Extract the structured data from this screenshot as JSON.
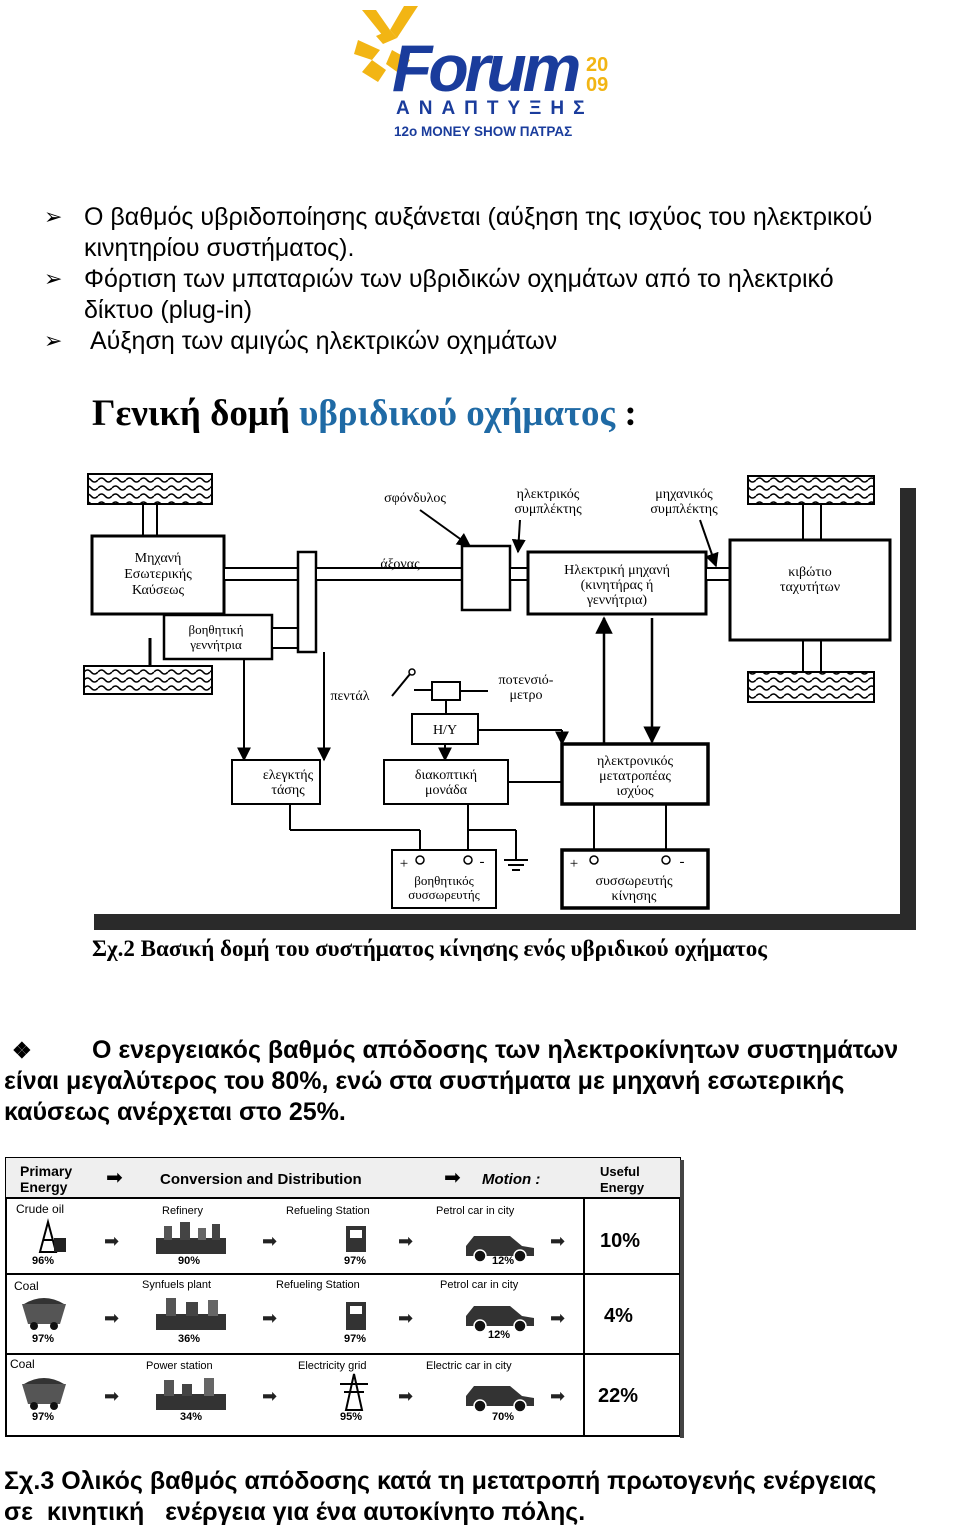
{
  "logo": {
    "brand": "Forum",
    "year_top": "20",
    "year_bottom": "09",
    "subtitle": "ΑΝΑΠΤΥΞΗΣ",
    "tagline": "12ο MONEY SHOW ΠΑΤΡΑΣ"
  },
  "bullets": [
    {
      "line1": "Ο βαθμός υβριδοποίησης αυξάνεται (αύξηση της ισχύος του ηλεκτρικού",
      "line2": "κινητηρίου συστήματος)."
    },
    {
      "line1": "Φόρτιση των μπαταριών των υβριδικών οχημάτων από το ηλεκτρικό",
      "line2": "δίκτυο (plug-in)"
    },
    {
      "line1": "Αύξηση των αμιγώς ηλεκτρικών οχημάτων",
      "line2": ""
    }
  ],
  "heading": {
    "part1": "Γενική δομή ",
    "part2": "υβριδικού οχήματος",
    "part3": " :"
  },
  "diagram": {
    "labels": {
      "flywheel": "σφόνδυλος",
      "electric_clutch_1": "ηλεκτρικός",
      "electric_clutch_2": "συμπλέκτης",
      "mechanical_clutch_1": "μηχανικός",
      "mechanical_clutch_2": "συμπλέκτης",
      "engine_1": "Μηχανή",
      "engine_2": "Εσωτερικής",
      "engine_3": "Καύσεως",
      "axle": "άξονας",
      "emachine_1": "Ηλεκτρική μηχανή",
      "emachine_2": "(κινητήρας ή",
      "emachine_3": "γεννήτρια)",
      "gearbox_1": "κιβώτιο",
      "gearbox_2": "ταχυτήτων",
      "aux_gen_1": "βοηθητική",
      "aux_gen_2": "γεννήτρια",
      "pedal": "πεντάλ",
      "pot_1": "ποτενσιό-",
      "pot_2": "μετρο",
      "hy": "Η/Υ",
      "vreg_1": "ελεγκτής",
      "vreg_2": "τάσης",
      "switch_1": "διακοπτική",
      "switch_2": "μονάδα",
      "conv_1": "ηλεκτρονικός",
      "conv_2": "μετατροπέας",
      "conv_3": "ισχύος",
      "aux_bat_1": "βοηθητικός",
      "aux_bat_2": "συσσωρευτής",
      "bat_1": "συσσωρευτής",
      "bat_2": "κίνησης",
      "plus": "+",
      "minus": "-"
    },
    "caption": "Σχ.2 Βασική δομή του συστήματος κίνησης ενός υβριδικού οχήματος"
  },
  "efficiency_text": {
    "line1": "Ο ενεργειακός βαθμός απόδοσης των ηλεκτροκίνητων συστημάτων",
    "line2": "είναι μεγαλύτερος του 80%, ενώ στα συστήματα με μηχανή εσωτερικής",
    "line3": "καύσεως ανέρχεται στο 25%."
  },
  "flow_table": {
    "headers": {
      "primary_1": "Primary",
      "primary_2": "Energy",
      "conversion": "Conversion and Distribution",
      "motion": "Motion :",
      "useful_1": "Useful",
      "useful_2": "Energy"
    },
    "rows": [
      {
        "source": "Crude oil",
        "src_pct": "96%",
        "stage1": "Refinery",
        "s1_pct": "90%",
        "stage2": "Refueling Station",
        "s2_pct": "97%",
        "stage3": "Petrol car in city",
        "s3_pct": "12%",
        "result": "10%"
      },
      {
        "source": "Coal",
        "src_pct": "97%",
        "stage1": "Synfuels plant",
        "s1_pct": "36%",
        "stage2": "Refueling Station",
        "s2_pct": "97%",
        "stage3": "Petrol car in city",
        "s3_pct": "12%",
        "result": "4%"
      },
      {
        "source": "Coal",
        "src_pct": "97%",
        "stage1": "Power station",
        "s1_pct": "34%",
        "stage2": "Electricity grid",
        "s2_pct": "95%",
        "stage3": "Electric car in city",
        "s3_pct": "70%",
        "result": "22%"
      }
    ],
    "caption_1": "Σχ.3 Ολικός βαθμός απόδοσης κατά τη μετατροπή πρωτογενής ενέργειας",
    "caption_2": "σε  κινητική   ενέργεια για ένα αυτοκίνητο πόλης."
  },
  "colors": {
    "logo_blue": "#1a3c9c",
    "logo_yellow": "#f2b514",
    "heading_blue": "#1f6aa5"
  }
}
